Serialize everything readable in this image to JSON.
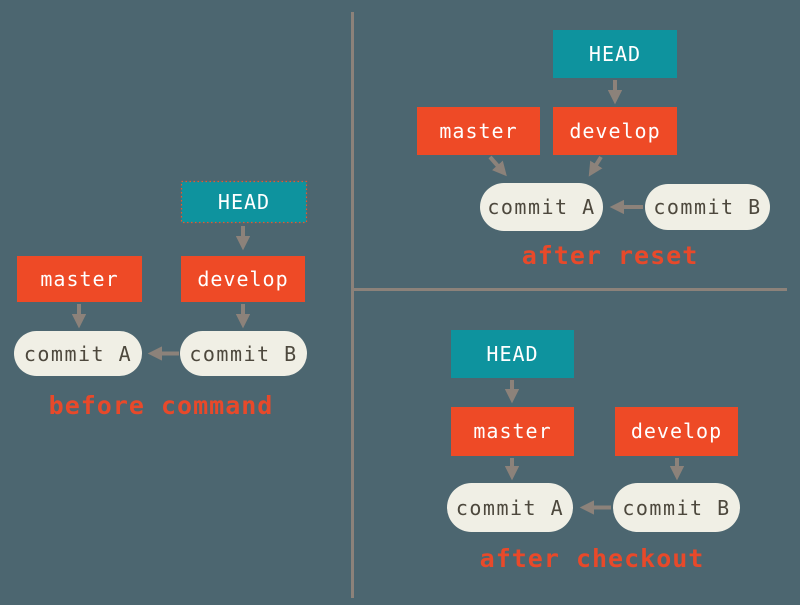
{
  "colors": {
    "background": "#4c6670",
    "head_box": "#0e939e",
    "branch_box": "#ee4a26",
    "commit_pill": "#f0efe5",
    "commit_text": "#4d483d",
    "box_text": "#ffffff",
    "arrow": "#8c827a",
    "divider": "#8c827a",
    "caption": "#e8492a",
    "head_dashed_border": "#e8562d"
  },
  "panels": {
    "before": {
      "caption": "before command",
      "head": "HEAD",
      "master": "master",
      "develop": "develop",
      "commit_a": "commit A",
      "commit_b": "commit B"
    },
    "after_reset": {
      "caption": "after reset",
      "head": "HEAD",
      "master": "master",
      "develop": "develop",
      "commit_a": "commit A",
      "commit_b": "commit B"
    },
    "after_checkout": {
      "caption": "after checkout",
      "head": "HEAD",
      "master": "master",
      "develop": "develop",
      "commit_a": "commit A",
      "commit_b": "commit B"
    }
  }
}
